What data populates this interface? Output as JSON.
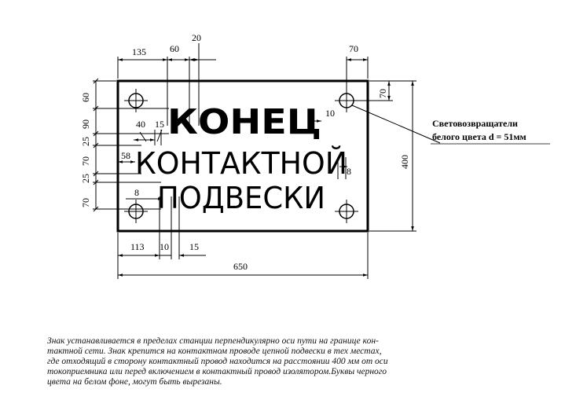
{
  "sign": {
    "line1": "КОНЕЦ",
    "line2": "КОНТАКТНОЙ",
    "line3": "ПОДВЕСКИ"
  },
  "dimensions": {
    "top_135": "135",
    "top_60": "60",
    "top_20": "20",
    "top_70": "70",
    "right_70": "70",
    "right_400": "400",
    "left_60": "60",
    "left_90": "90",
    "left_25a": "25",
    "left_70a": "70",
    "left_25b": "25",
    "left_70b": "70",
    "inner_40": "40",
    "inner_15": "15",
    "inner_58": "58",
    "inner_8a": "8",
    "inner_10": "10",
    "inner_8b": "8",
    "bottom_113": "113",
    "bottom_10": "10",
    "bottom_15": "15",
    "bottom_650": "650"
  },
  "callout": {
    "line1": "Световозвращатели",
    "line2": "белого цвета d = 51мм"
  },
  "note": {
    "lines": [
      "Знак устанавливается в пределах станции перпендикулярно оси пути на границе кон-",
      "тактной сети. Знак крепится на контактном проводе цепной подвески в тех местах,",
      "где отходящий в сторону контактный провод находится на расстоянии 400 мм от оси",
      "токоприемника или перед включением в контактный провод изолятором.Буквы черного",
      "цвета на белом фоне, могут быть вырезаны."
    ]
  }
}
